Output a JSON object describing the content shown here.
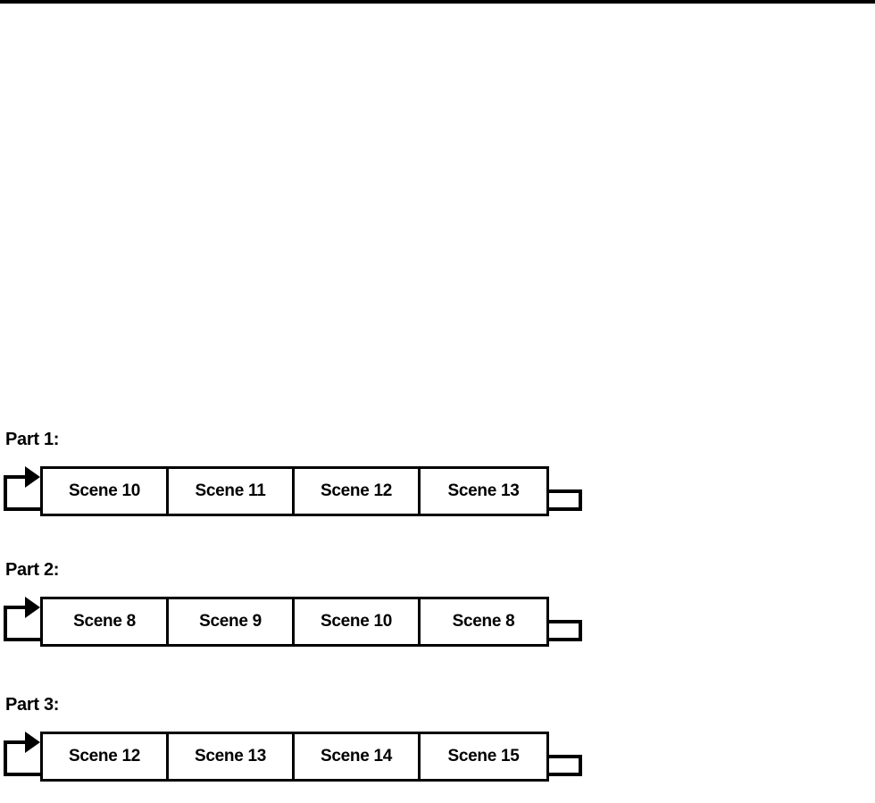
{
  "page": {
    "background_color": "#ffffff",
    "ink_color": "#000000",
    "top_rule": true
  },
  "diagrams": [
    {
      "label": "Part 1:",
      "cells": [
        {
          "label": "Scene 10"
        },
        {
          "label": "Scene 11"
        },
        {
          "label": "Scene 12"
        },
        {
          "label": "Scene 13"
        }
      ]
    },
    {
      "label": "Part 2:",
      "cells": [
        {
          "label": "Scene 8"
        },
        {
          "label": "Scene 9"
        },
        {
          "label": "Scene 10"
        },
        {
          "label": "Scene 8"
        }
      ]
    },
    {
      "label": "Part 3:",
      "cells": [
        {
          "label": "Scene 12"
        },
        {
          "label": "Scene 13"
        },
        {
          "label": "Scene 14"
        },
        {
          "label": "Scene 15"
        }
      ]
    }
  ]
}
